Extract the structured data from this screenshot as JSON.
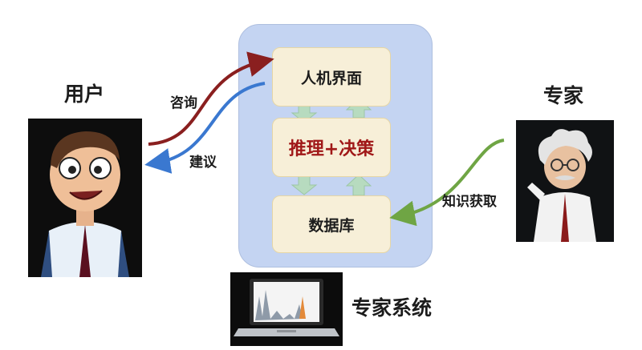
{
  "title": "专家系统",
  "user": {
    "label": "用户"
  },
  "expert": {
    "label": "专家"
  },
  "system": {
    "interface": "人机界面",
    "reasoning": "推理+决策",
    "database": "数据库"
  },
  "flows": {
    "consult": "咨询",
    "advice": "建议",
    "knowledge": "知识获取"
  },
  "colors": {
    "consult_arrow": "#8a1f1f",
    "advice_arrow": "#3a78d0",
    "knowledge_arrow": "#6fa544",
    "internal_arrow": "#b7dbbf",
    "panel": "#c4d4f2",
    "box": "#f7efd8",
    "reasoning_text": "#a01818"
  },
  "icons": [
    "user-cartoon",
    "expert-cartoon",
    "laptop-chart"
  ]
}
